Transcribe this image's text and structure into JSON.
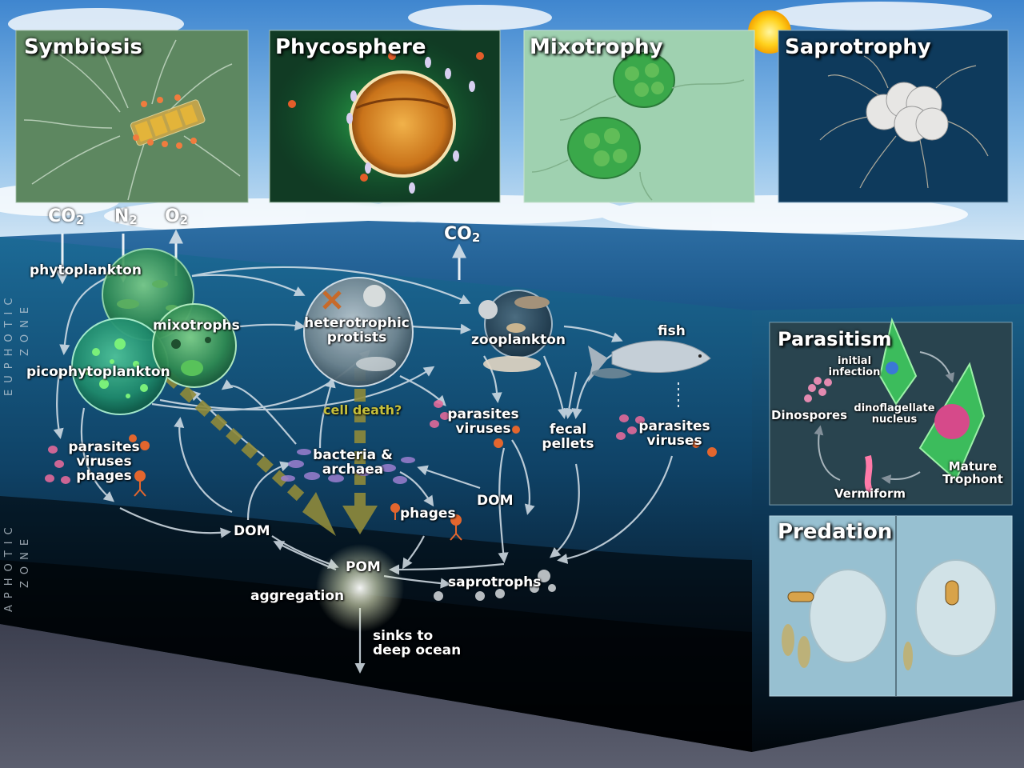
{
  "panels": {
    "symbiosis": "Symbiosis",
    "phycosphere": "Phycosphere",
    "mixotrophy": "Mixotrophy",
    "saprotrophy": "Saprotrophy",
    "parasitism": "Parasitism",
    "predation": "Predation"
  },
  "gases": {
    "co2_left": "CO",
    "co2_left_sub": "2",
    "n2": "N",
    "n2_sub": "2",
    "o2": "O",
    "o2_sub": "2",
    "co2_right": "CO",
    "co2_right_sub": "2"
  },
  "zones": {
    "euphotic_line1": "EUPHOTIC",
    "euphotic_line2": "ZONE",
    "aphotic_line1": "APHOTIC",
    "aphotic_line2": "ZONE"
  },
  "nodes": {
    "phytoplankton": "phytoplankton",
    "mixotrophs": "mixotrophs",
    "picophytoplankton": "picophytoplankton",
    "heterotrophic_protists_1": "heterotrophic",
    "heterotrophic_protists_2": "protists",
    "zooplankton": "zooplankton",
    "fish": "fish",
    "cell_death": "cell death?",
    "parasites_left_1": "parasites",
    "parasites_left_2": "viruses",
    "parasites_left_3": "phages",
    "bacteria_1": "bacteria &",
    "bacteria_2": "archaea",
    "parasites_mid_1": "parasites",
    "parasites_mid_2": "viruses",
    "fecal_1": "fecal",
    "fecal_2": "pellets",
    "parasites_right_1": "parasites",
    "parasites_right_2": "viruses",
    "phages": "phages",
    "dom_left": "DOM",
    "dom_right": "DOM",
    "pom": "POM",
    "aggregation": "aggregation",
    "saprotrophs": "saprotrophs",
    "sinks_1": "sinks to",
    "sinks_2": "deep ocean"
  },
  "parasitism_labels": {
    "initial_1": "initial",
    "initial_2": "infection",
    "dinospores": "Dinospores",
    "dino_nucleus_1": "dinoflagellate",
    "dino_nucleus_2": "nucleus",
    "mature_1": "Mature",
    "mature_2": "Trophont",
    "vermiform": "Vermiform"
  },
  "colors": {
    "sky_top": "#5a9bd6",
    "sea_top": "#2f73a8",
    "deep_water": "#0b2a44",
    "aphotic": "#050a10",
    "arrow": "#d8e2ea",
    "pom_arrow": "#8f8a3a",
    "cell_death": "#c7c03b"
  }
}
